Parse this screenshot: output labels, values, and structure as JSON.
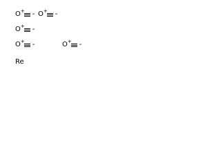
{
  "ligands": [
    {
      "atom": "O",
      "charge": "+",
      "carbon_charge": "-"
    },
    {
      "atom": "O",
      "charge": "+",
      "carbon_charge": "-"
    },
    {
      "atom": "O",
      "charge": "+",
      "carbon_charge": "-"
    },
    {
      "atom": "O",
      "charge": "+",
      "carbon_charge": "-"
    },
    {
      "atom": "O",
      "charge": "+",
      "carbon_charge": "-"
    }
  ],
  "metal": {
    "symbol": "Re"
  }
}
